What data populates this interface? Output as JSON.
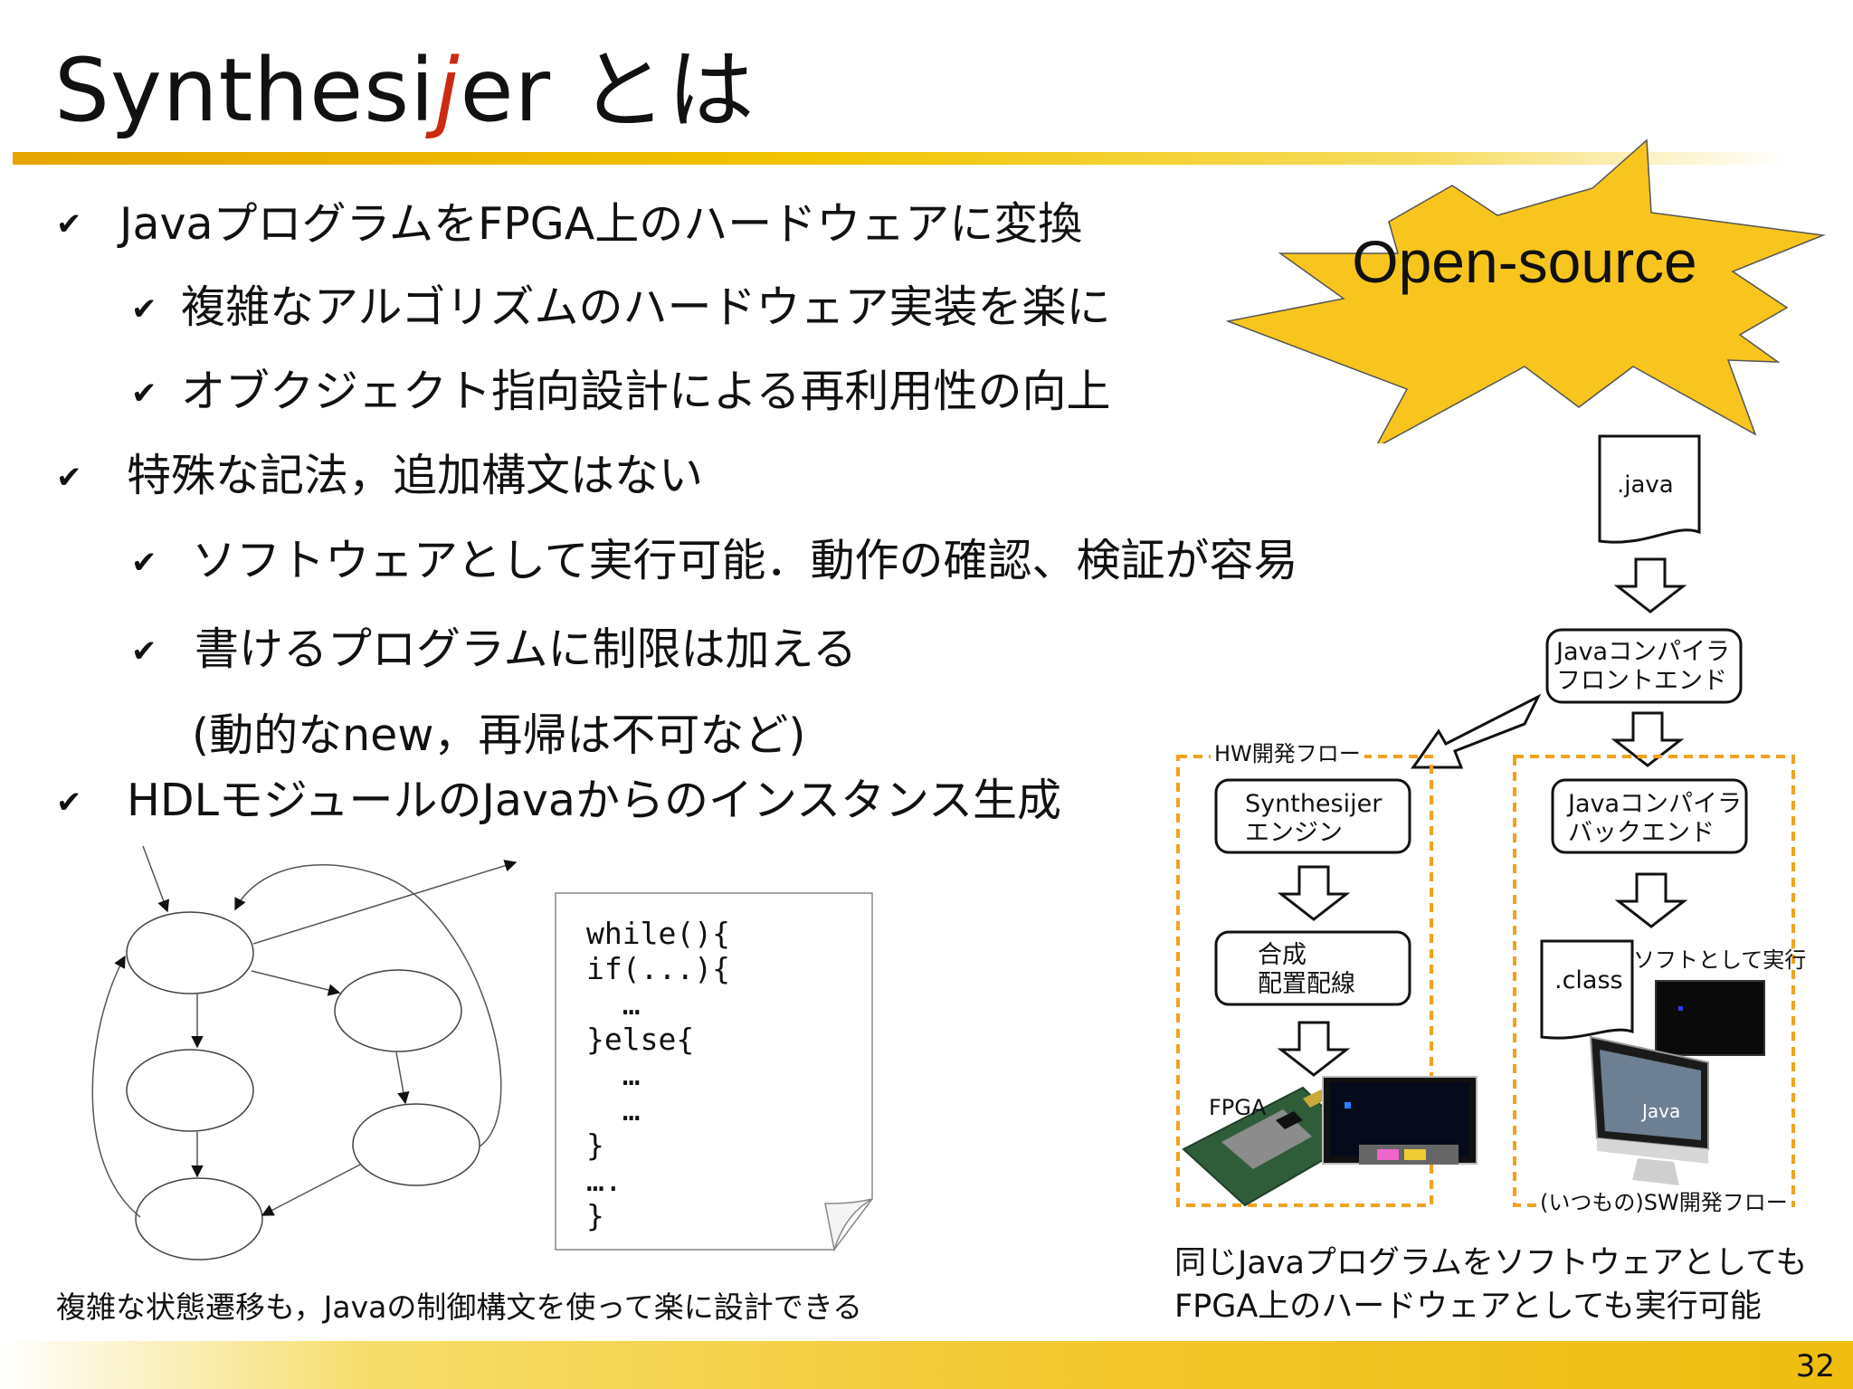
{
  "slide": {
    "title_prefix": "Synthesi",
    "title_j": "j",
    "title_suffix": "er とは",
    "page_number": "32"
  },
  "bullets": [
    {
      "text": "JavaプログラムをFPGA上のハードウェアに変換"
    },
    {
      "text": "複雑なアルゴリズムのハードウェア実装を楽に"
    },
    {
      "text": "オブクジェクト指向設計による再利用性の向上"
    },
    {
      "text": "特殊な記法，追加構文はない"
    },
    {
      "text": "ソフトウェアとして実行可能．動作の確認、検証が容易"
    },
    {
      "text": "書けるプログラムに制限は加える"
    },
    {
      "text": "(動的なnew，再帰は不可など)"
    },
    {
      "text": "HDLモジュールのJavaからのインスタンス生成"
    }
  ],
  "check_glyph": "✔",
  "burst": {
    "text": "Open-source",
    "color": "#f7c51e"
  },
  "code_lines": [
    "while(){",
    "if(...){",
    "  …",
    "}else{",
    "  …",
    "  …",
    "}",
    "….",
    "}"
  ],
  "captions": {
    "state_machine": "複雑な状態遷移も，Javaの制御構文を使って楽に設計できる",
    "flow_line1": "同じJavaプログラムをソフトウェアとしても",
    "flow_line2": "FPGA上のハードウェアとしても実行可能"
  },
  "flow": {
    "java_file": ".java",
    "frontend_line1": "Javaコンパイラ",
    "frontend_line2": "フロントエンド",
    "hw_label": "HW開発フロー",
    "sw_label": "(いつもの)SW開発フロー",
    "engine_line1": "Synthesijer",
    "engine_line2": "エンジン",
    "backend_line1": "Javaコンパイラ",
    "backend_line2": "バックエンド",
    "synth_line1": "合成",
    "synth_line2": "配置配線",
    "class_file": ".class",
    "run_as_sw": "ソフトとして実行",
    "fpga_label": "FPGA",
    "java_logo": "Java",
    "dashed_color": "#f2a21e"
  }
}
